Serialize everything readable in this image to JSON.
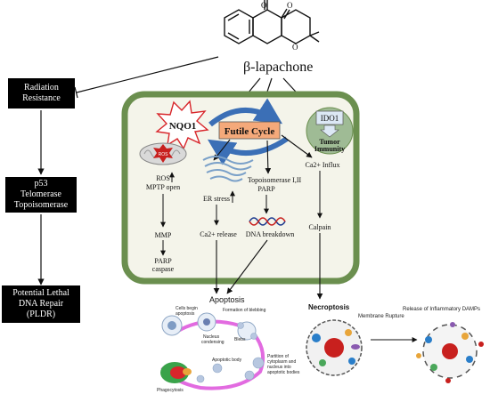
{
  "compound": {
    "name": "β-lapachone"
  },
  "left_column": {
    "radiation": [
      "Radiation",
      "Resistance"
    ],
    "p53": [
      "p53",
      "Telomerase",
      "Topoisomerase"
    ],
    "pldr": [
      "Potential Lethal",
      "DNA Repair",
      "(PLDR)"
    ]
  },
  "cell": {
    "nqo1": "NQO1",
    "futile_cycle": "Futile Cycle",
    "ido1": "IDO1",
    "tumor_immunity": [
      "Tumor",
      "Immunity"
    ],
    "ros_badge": "ROS",
    "mito": [
      "ROS",
      "MPTP open",
      "MMP",
      "PARP",
      "caspase"
    ],
    "er": [
      "ER stress",
      "Ca2+ release"
    ],
    "topo": [
      "Topoisomerase I,II",
      "PARP",
      "DNA breakdown"
    ],
    "ca": [
      "Ca2+ Influx",
      "Calpain"
    ]
  },
  "apoptosis": {
    "title": "Apoptosis",
    "labels": {
      "begin": [
        "Cells begin",
        "apoptosis"
      ],
      "blebbing": "Formation of blebbing",
      "nucleus": [
        "Nucleus",
        "condensing"
      ],
      "blebs": "Blebs",
      "body": "Apoptotic body",
      "phago": "Phagocytosis",
      "partition": [
        "Partition of",
        "cytoplasm and",
        "nucleus into",
        "apoptotic bodies"
      ]
    }
  },
  "necroptosis": {
    "title": "Necroptosis",
    "rupture": "Membrane Rupture",
    "damps": "Release of Inflammatory DAMPs"
  },
  "colors": {
    "cell_border": "#6b8f4f",
    "cell_fill": "#f4f4ea",
    "futile": "#f4a97a",
    "ido1_fill": "#9fbb95",
    "cycle_arrow": "#3b6fb6",
    "nqo1_star": "#d8262b",
    "apoptosis_ring": "#e26be0"
  }
}
